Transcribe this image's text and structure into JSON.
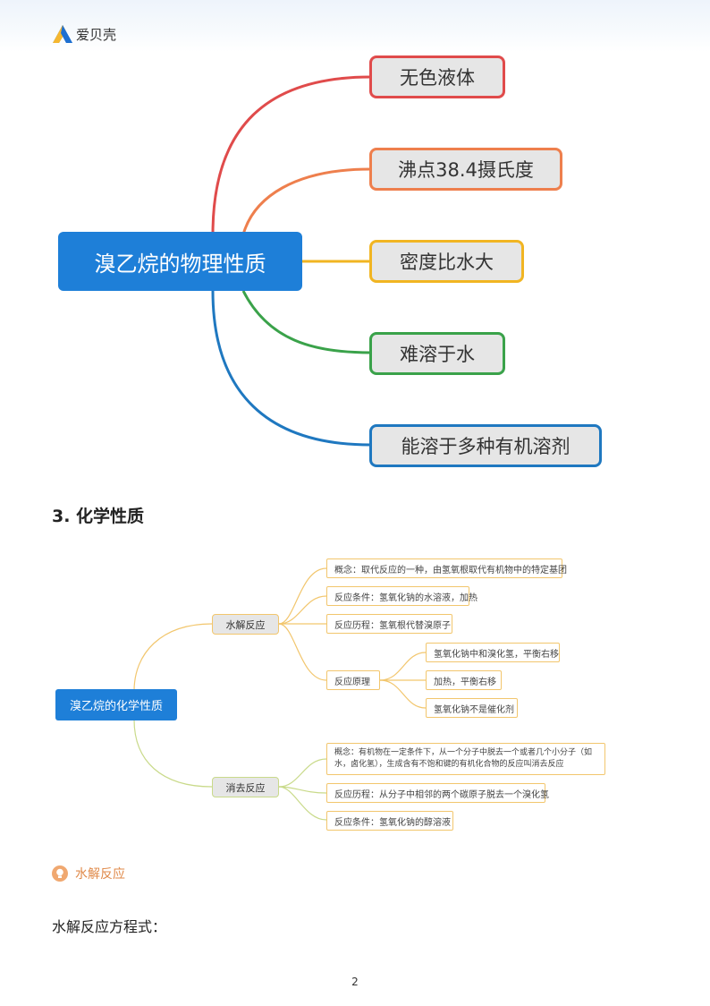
{
  "header": {
    "brand": "爱贝壳"
  },
  "physical_map": {
    "root": "溴乙烷的物理性质",
    "branches": [
      {
        "label": "无色液体",
        "color": "#e04b4b"
      },
      {
        "label": "沸点38.4摄氏度",
        "color": "#ee7f4d"
      },
      {
        "label": "密度比水大",
        "color": "#f1b522"
      },
      {
        "label": "难溶于水",
        "color": "#3aa24a"
      },
      {
        "label": "能溶于多种有机溶剂",
        "color": "#1f78c0"
      }
    ]
  },
  "section": {
    "title": "3. 化学性质"
  },
  "chemical_map": {
    "root": "溴乙烷的化学性质",
    "hydrolysis": {
      "label": "水解反应",
      "concept": "概念：取代反应的一种，由氢氧根取代有机物中的特定基团",
      "condition": "反应条件：氢氧化钠的水溶液，加热",
      "process": "反应历程：氢氧根代替溴原子",
      "principle": {
        "label": "反应原理",
        "items": [
          "氢氧化钠中和溴化氢，平衡右移",
          "加热，平衡右移",
          "氢氧化钠不是催化剂"
        ]
      }
    },
    "elimination": {
      "label": "消去反应",
      "concept": "概念：有机物在一定条件下，从一个分子中脱去一个或者几个小分子（如水，卤化氢），生成含有不饱和键的有机化合物的反应叫消去反应",
      "process": "反应历程：从分子中相邻的两个碳原子脱去一个溴化氢",
      "condition": "反应条件：氢氧化钠的醇溶液"
    },
    "colors": {
      "root": "#1e7fd8",
      "upper": "#f2c66d",
      "lower": "#c9da8a"
    }
  },
  "tip": {
    "label": "水解反应",
    "icon": "lightbulb-icon"
  },
  "equation_label": "水解反应方程式：",
  "page_number": "2"
}
